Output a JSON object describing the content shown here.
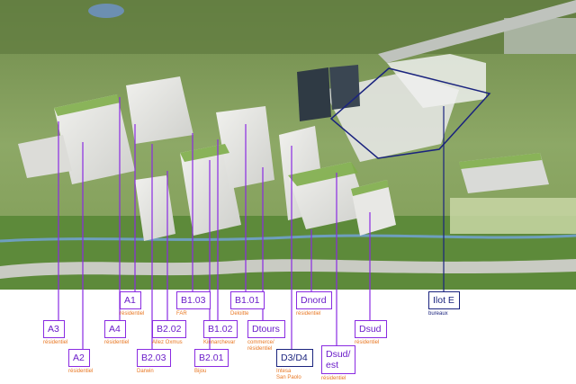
{
  "colors": {
    "label_border": "#8a2be2",
    "label_text": "#6a1cc9",
    "subtitle_text": "#e87722",
    "navy": "#1a237e"
  },
  "labels": [
    {
      "id": "a1",
      "code": "A1",
      "subtitle": "résidentiel"
    },
    {
      "id": "a2",
      "code": "A2",
      "subtitle": "résidentiel"
    },
    {
      "id": "a3",
      "code": "A3",
      "subtitle": "résidentiel"
    },
    {
      "id": "a4",
      "code": "A4",
      "subtitle": "résidentiel"
    },
    {
      "id": "b101",
      "code": "B1.01",
      "subtitle": "Deloitte"
    },
    {
      "id": "b102",
      "code": "B1.02",
      "subtitle": "Kinnarchevar"
    },
    {
      "id": "b103",
      "code": "B1.03",
      "subtitle": "FAR"
    },
    {
      "id": "b201",
      "code": "B2.01",
      "subtitle": "Bijou"
    },
    {
      "id": "b202",
      "code": "B2.02",
      "subtitle": "Allez Oxmus"
    },
    {
      "id": "b203",
      "code": "B2.03",
      "subtitle": "Darwin"
    },
    {
      "id": "dtours",
      "code": "Dtours",
      "subtitle": "commerce/\nrésidentiel"
    },
    {
      "id": "d3d4",
      "code": "D3/D4",
      "subtitle": "Intesa\nSan Paolo"
    },
    {
      "id": "dnord",
      "code": "Dnord",
      "subtitle": "résidentiel"
    },
    {
      "id": "dsudest",
      "code": "Dsud/\nest",
      "subtitle": "résidentiel"
    },
    {
      "id": "dsud",
      "code": "Dsud",
      "subtitle": "résidentiel"
    },
    {
      "id": "ilote",
      "code": "Ilot E",
      "subtitle": "bureaux"
    }
  ]
}
